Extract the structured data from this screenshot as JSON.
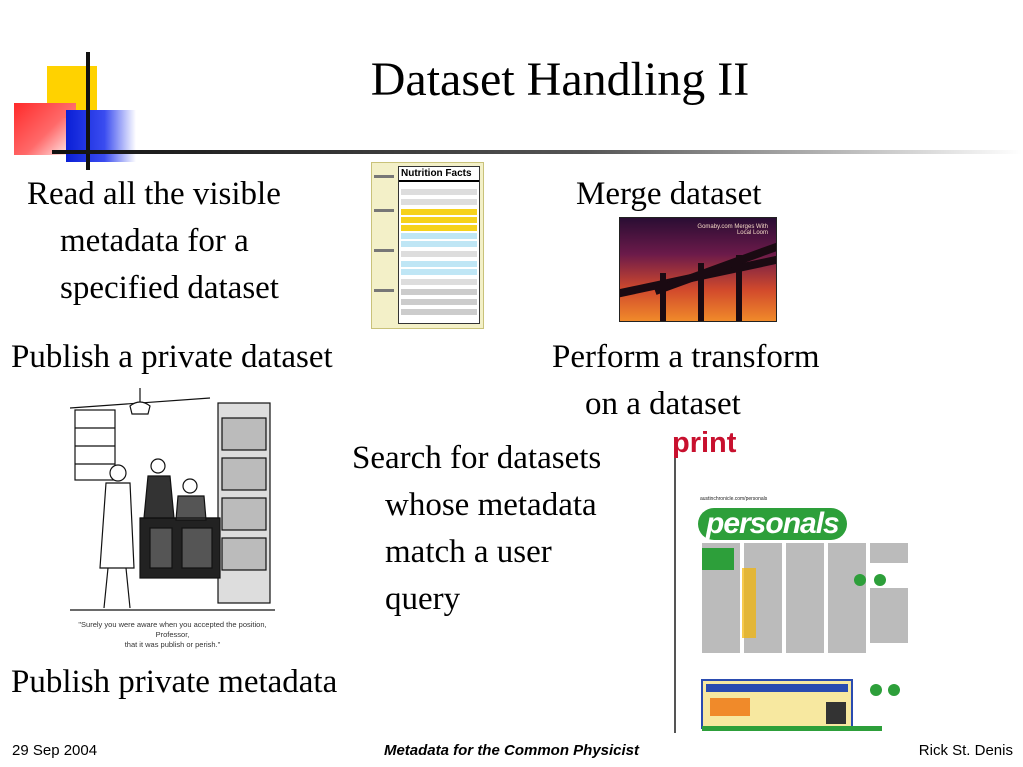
{
  "slide": {
    "title": "Dataset Handling II",
    "items": {
      "read_metadata": [
        "Read all the visible",
        "metadata for a",
        "specified dataset"
      ],
      "merge": "Merge dataset",
      "publish_dataset": "Publish a private dataset",
      "transform": [
        "Perform a transform",
        "on a dataset"
      ],
      "search": [
        "Search for datasets",
        "whose metadata",
        "match a user",
        "query"
      ],
      "publish_metadata": "Publish private metadata"
    },
    "images": {
      "nutrition_label": "Nutrition Facts",
      "bridge_caption": [
        "Gomaby.com Merges With",
        "Local Loom"
      ],
      "cartoon_caption": [
        "\"Surely you were aware when you accepted the position, Professor,",
        "that it was publish or perish.\""
      ],
      "print_word": "print",
      "personals_word": "personals",
      "personals_url": "austinchronicle.com/personals"
    }
  },
  "footer": {
    "date": "29 Sep 2004",
    "center": "Metadata for the Common Physicist",
    "author": "Rick St. Denis"
  },
  "colors": {
    "accent_yellow": "#ffd200",
    "accent_red": "#ff2a2a",
    "accent_blue": "#0a1fd6",
    "print_red": "#c8102e",
    "personals_green": "#2d9f3a"
  }
}
